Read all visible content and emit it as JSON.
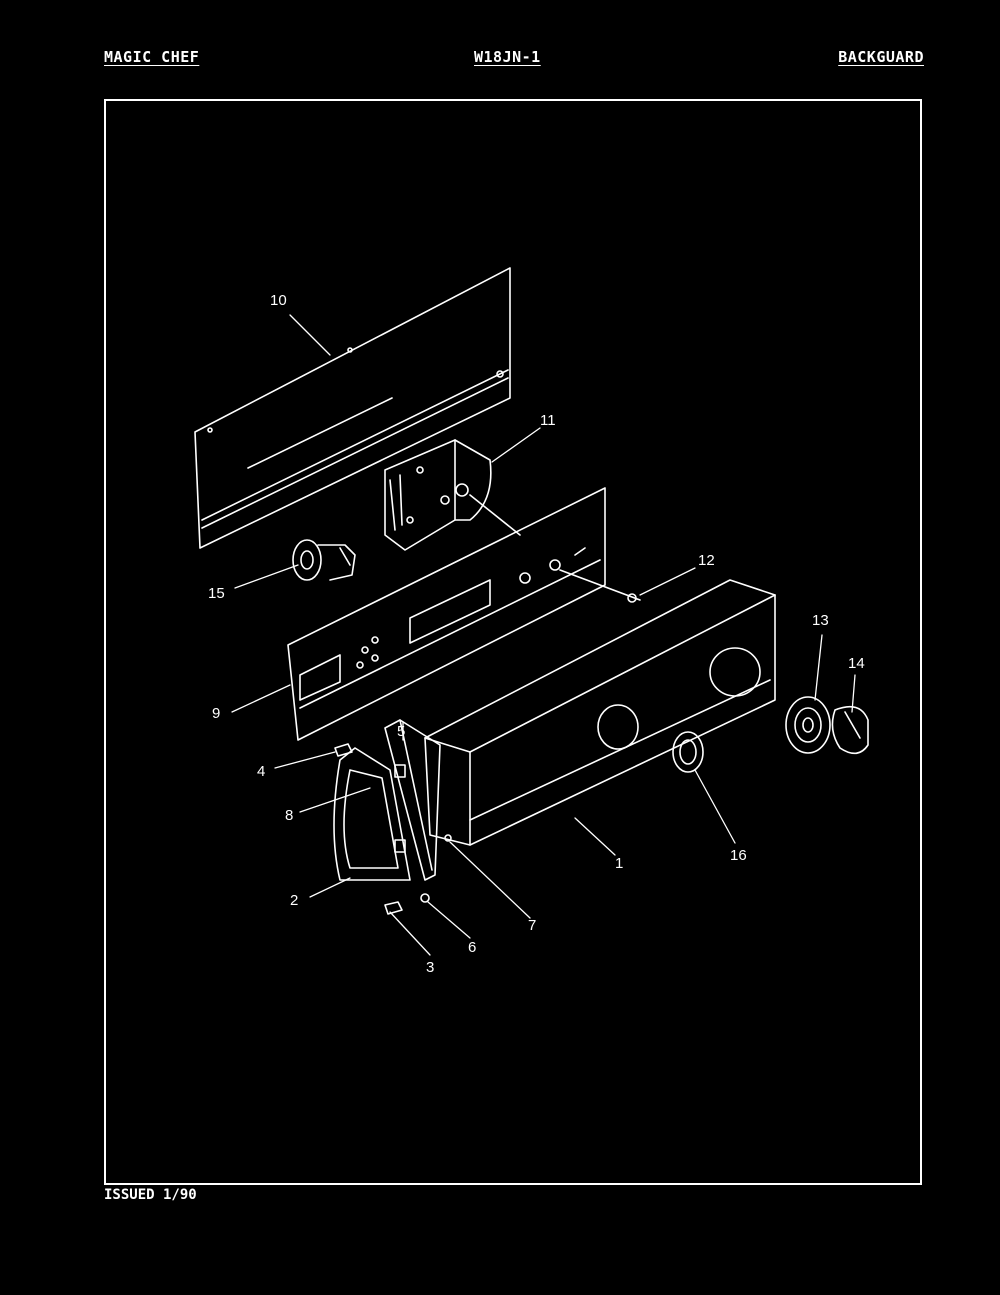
{
  "header": {
    "brand": "MAGIC CHEF",
    "model": "W18JN-1",
    "section": "BACKGUARD"
  },
  "footer": {
    "issued": "ISSUED 1/90"
  },
  "callouts": {
    "c1": "1",
    "c2": "2",
    "c3": "3",
    "c4": "4",
    "c5": "5",
    "c6": "6",
    "c7": "7",
    "c8": "8",
    "c9": "9",
    "c10": "10",
    "c11": "11",
    "c12": "12",
    "c13": "13",
    "c14": "14",
    "c15": "15",
    "c16": "16"
  }
}
